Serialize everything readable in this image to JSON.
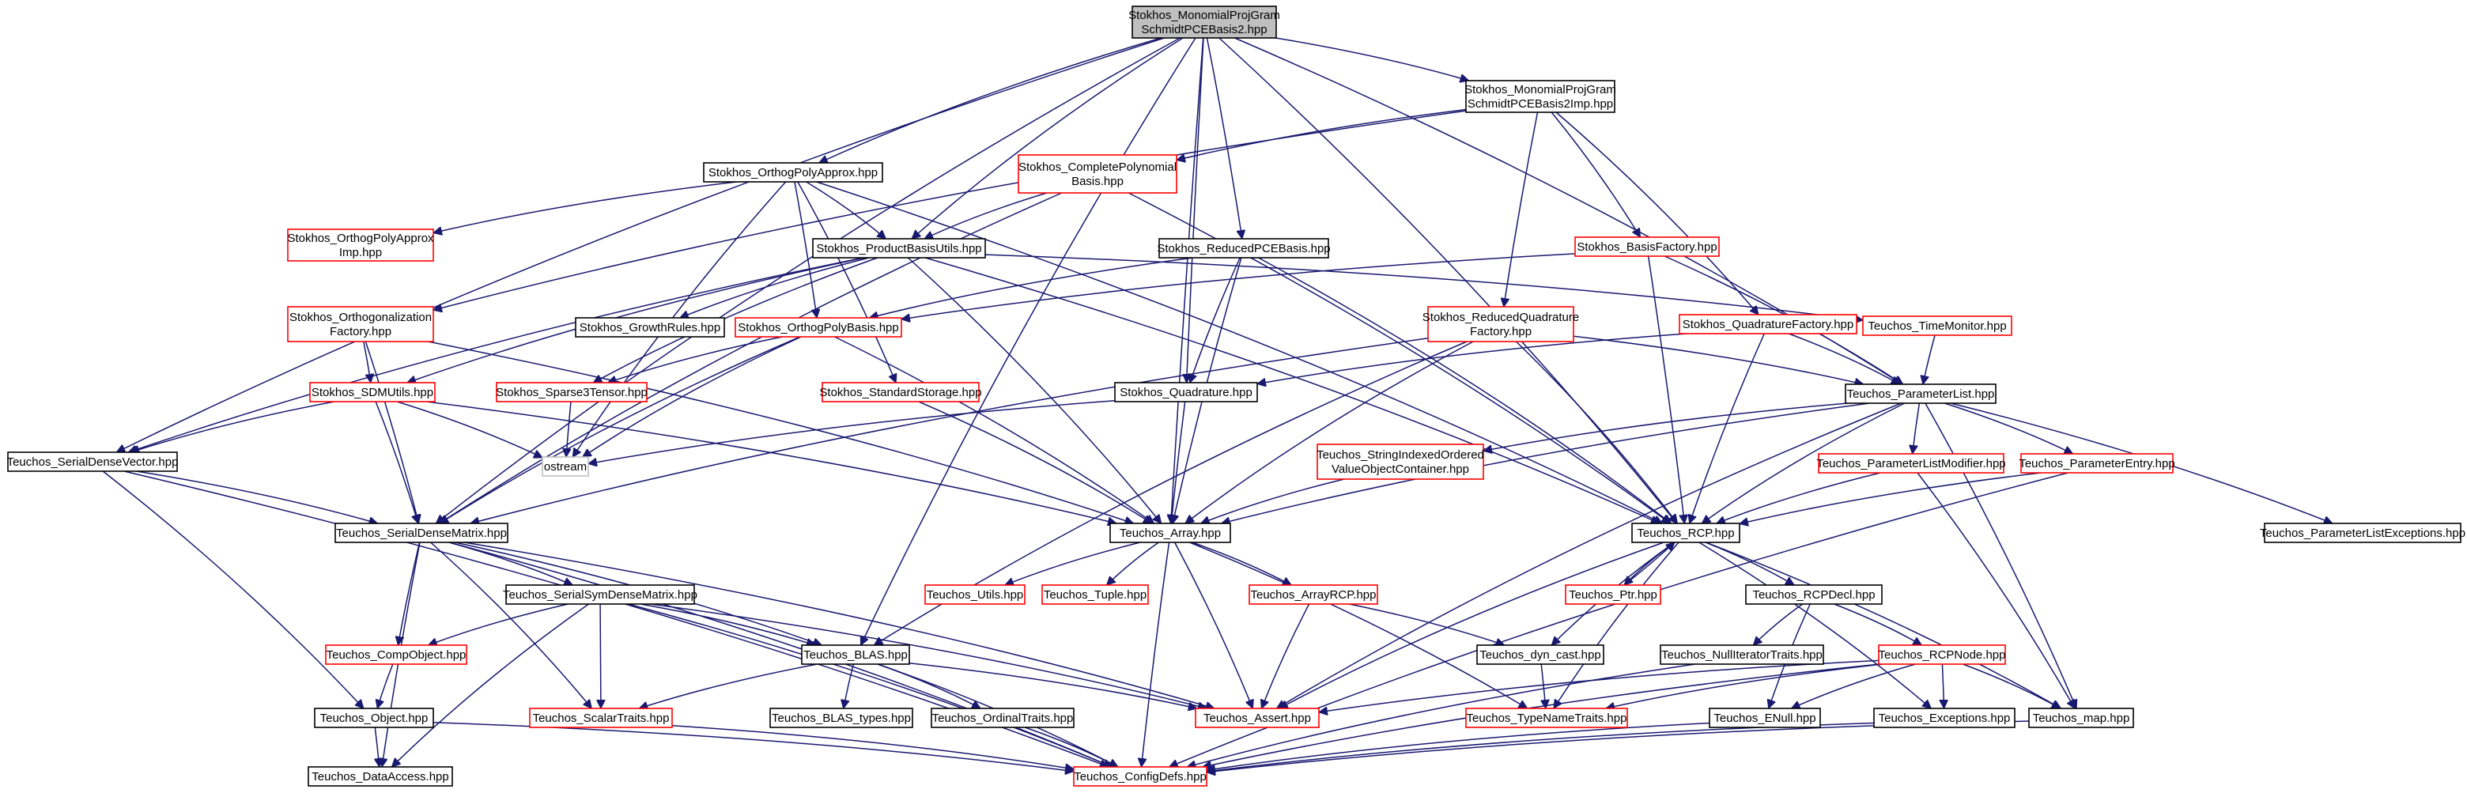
{
  "colors": {
    "edge": "#191970",
    "border_normal": "#000000",
    "border_truncated": "#ff0000",
    "border_system": "#bfbfbf",
    "fill_root": "#bfbfbf",
    "fill_normal": "#ffffff"
  },
  "nodes": [
    {
      "id": "root",
      "lines": [
        "Stokhos_MonomialProjGram",
        "SchmidtPCEBasis2.hpp"
      ],
      "kind": "root"
    },
    {
      "id": "imp",
      "lines": [
        "Stokhos_MonomialProjGram",
        "SchmidtPCEBasis2Imp.hpp"
      ],
      "kind": "normal"
    },
    {
      "id": "opa",
      "lines": [
        "Stokhos_OrthogPolyApprox.hpp"
      ],
      "kind": "normal"
    },
    {
      "id": "cpb",
      "lines": [
        "Stokhos_CompletePolynomial",
        "Basis.hpp"
      ],
      "kind": "truncated"
    },
    {
      "id": "opai",
      "lines": [
        "Stokhos_OrthogPolyApprox",
        "Imp.hpp"
      ],
      "kind": "truncated"
    },
    {
      "id": "pbu",
      "lines": [
        "Stokhos_ProductBasisUtils.hpp"
      ],
      "kind": "normal"
    },
    {
      "id": "rpb",
      "lines": [
        "Stokhos_ReducedPCEBasis.hpp"
      ],
      "kind": "normal"
    },
    {
      "id": "bf",
      "lines": [
        "Stokhos_BasisFactory.hpp"
      ],
      "kind": "truncated"
    },
    {
      "id": "of",
      "lines": [
        "Stokhos_Orthogonalization",
        "Factory.hpp"
      ],
      "kind": "truncated"
    },
    {
      "id": "gr",
      "lines": [
        "Stokhos_GrowthRules.hpp"
      ],
      "kind": "normal"
    },
    {
      "id": "opb",
      "lines": [
        "Stokhos_OrthogPolyBasis.hpp"
      ],
      "kind": "truncated"
    },
    {
      "id": "rqf",
      "lines": [
        "Stokhos_ReducedQuadrature",
        "Factory.hpp"
      ],
      "kind": "truncated"
    },
    {
      "id": "qf",
      "lines": [
        "Stokhos_QuadratureFactory.hpp"
      ],
      "kind": "truncated"
    },
    {
      "id": "tm",
      "lines": [
        "Teuchos_TimeMonitor.hpp"
      ],
      "kind": "truncated"
    },
    {
      "id": "sdm",
      "lines": [
        "Stokhos_SDMUtils.hpp"
      ],
      "kind": "truncated"
    },
    {
      "id": "s3t",
      "lines": [
        "Stokhos_Sparse3Tensor.hpp"
      ],
      "kind": "truncated"
    },
    {
      "id": "ss",
      "lines": [
        "Stokhos_StandardStorage.hpp"
      ],
      "kind": "truncated"
    },
    {
      "id": "quad",
      "lines": [
        "Stokhos_Quadrature.hpp"
      ],
      "kind": "normal"
    },
    {
      "id": "pl",
      "lines": [
        "Teuchos_ParameterList.hpp"
      ],
      "kind": "normal"
    },
    {
      "id": "ostream",
      "lines": [
        "ostream"
      ],
      "kind": "system"
    },
    {
      "id": "sdv",
      "lines": [
        "Teuchos_SerialDenseVector.hpp"
      ],
      "kind": "normal"
    },
    {
      "id": "sioc",
      "lines": [
        "Teuchos_StringIndexedOrdered",
        "ValueObjectContainer.hpp"
      ],
      "kind": "truncated"
    },
    {
      "id": "plm",
      "lines": [
        "Teuchos_ParameterListModifier.hpp"
      ],
      "kind": "truncated"
    },
    {
      "id": "pe",
      "lines": [
        "Teuchos_ParameterEntry.hpp"
      ],
      "kind": "truncated"
    },
    {
      "id": "sdmx",
      "lines": [
        "Teuchos_SerialDenseMatrix.hpp"
      ],
      "kind": "normal"
    },
    {
      "id": "arr",
      "lines": [
        "Teuchos_Array.hpp"
      ],
      "kind": "normal"
    },
    {
      "id": "rcp",
      "lines": [
        "Teuchos_RCP.hpp"
      ],
      "kind": "normal"
    },
    {
      "id": "ple",
      "lines": [
        "Teuchos_ParameterListExceptions.hpp"
      ],
      "kind": "normal"
    },
    {
      "id": "ssdm",
      "lines": [
        "Teuchos_SerialSymDenseMatrix.hpp"
      ],
      "kind": "normal"
    },
    {
      "id": "utils",
      "lines": [
        "Teuchos_Utils.hpp"
      ],
      "kind": "truncated"
    },
    {
      "id": "tuple",
      "lines": [
        "Teuchos_Tuple.hpp"
      ],
      "kind": "truncated"
    },
    {
      "id": "arcp",
      "lines": [
        "Teuchos_ArrayRCP.hpp"
      ],
      "kind": "truncated"
    },
    {
      "id": "ptr",
      "lines": [
        "Teuchos_Ptr.hpp"
      ],
      "kind": "truncated"
    },
    {
      "id": "rcpdecl",
      "lines": [
        "Teuchos_RCPDecl.hpp"
      ],
      "kind": "normal"
    },
    {
      "id": "co",
      "lines": [
        "Teuchos_CompObject.hpp"
      ],
      "kind": "truncated"
    },
    {
      "id": "blas",
      "lines": [
        "Teuchos_BLAS.hpp"
      ],
      "kind": "normal"
    },
    {
      "id": "dync",
      "lines": [
        "Teuchos_dyn_cast.hpp"
      ],
      "kind": "normal"
    },
    {
      "id": "nit",
      "lines": [
        "Teuchos_NullIteratorTraits.hpp"
      ],
      "kind": "normal"
    },
    {
      "id": "rcpn",
      "lines": [
        "Teuchos_RCPNode.hpp"
      ],
      "kind": "truncated"
    },
    {
      "id": "obj",
      "lines": [
        "Teuchos_Object.hpp"
      ],
      "kind": "normal"
    },
    {
      "id": "sct",
      "lines": [
        "Teuchos_ScalarTraits.hpp"
      ],
      "kind": "truncated"
    },
    {
      "id": "blast",
      "lines": [
        "Teuchos_BLAS_types.hpp"
      ],
      "kind": "normal"
    },
    {
      "id": "ot",
      "lines": [
        "Teuchos_OrdinalTraits.hpp"
      ],
      "kind": "normal"
    },
    {
      "id": "assert",
      "lines": [
        "Teuchos_Assert.hpp"
      ],
      "kind": "truncated"
    },
    {
      "id": "tnt",
      "lines": [
        "Teuchos_TypeNameTraits.hpp"
      ],
      "kind": "truncated"
    },
    {
      "id": "enull",
      "lines": [
        "Teuchos_ENull.hpp"
      ],
      "kind": "normal"
    },
    {
      "id": "exc",
      "lines": [
        "Teuchos_Exceptions.hpp"
      ],
      "kind": "normal"
    },
    {
      "id": "map",
      "lines": [
        "Teuchos_map.hpp"
      ],
      "kind": "normal"
    },
    {
      "id": "da",
      "lines": [
        "Teuchos_DataAccess.hpp"
      ],
      "kind": "normal"
    },
    {
      "id": "cd",
      "lines": [
        "Teuchos_ConfigDefs.hpp"
      ],
      "kind": "truncated"
    }
  ],
  "edges": [
    [
      "root",
      "imp"
    ],
    [
      "root",
      "opa"
    ],
    [
      "root",
      "pbu"
    ],
    [
      "root",
      "rpb"
    ],
    [
      "root",
      "quad"
    ],
    [
      "root",
      "pl"
    ],
    [
      "root",
      "sdv"
    ],
    [
      "root",
      "sdmx"
    ],
    [
      "root",
      "arr"
    ],
    [
      "root",
      "rcp"
    ],
    [
      "root",
      "blas"
    ],
    [
      "imp",
      "cpb"
    ],
    [
      "imp",
      "of"
    ],
    [
      "imp",
      "bf"
    ],
    [
      "imp",
      "rqf"
    ],
    [
      "imp",
      "qf"
    ],
    [
      "opa",
      "opai"
    ],
    [
      "opa",
      "pbu"
    ],
    [
      "opa",
      "opb"
    ],
    [
      "opa",
      "ss"
    ],
    [
      "opa",
      "ostream"
    ],
    [
      "opa",
      "rcp"
    ],
    [
      "cpb",
      "pbu"
    ],
    [
      "cpb",
      "sdmx"
    ],
    [
      "cpb",
      "rcp"
    ],
    [
      "pbu",
      "gr"
    ],
    [
      "pbu",
      "sdm"
    ],
    [
      "pbu",
      "s3t"
    ],
    [
      "pbu",
      "tm"
    ],
    [
      "pbu",
      "sdv"
    ],
    [
      "pbu",
      "arr"
    ],
    [
      "pbu",
      "rcp"
    ],
    [
      "rpb",
      "opb"
    ],
    [
      "rpb",
      "quad"
    ],
    [
      "rpb",
      "arr"
    ],
    [
      "rpb",
      "rcp"
    ],
    [
      "bf",
      "opb"
    ],
    [
      "bf",
      "pl"
    ],
    [
      "bf",
      "rcp"
    ],
    [
      "of",
      "sdm"
    ],
    [
      "of",
      "sdmx"
    ],
    [
      "of",
      "arr"
    ],
    [
      "opb",
      "s3t"
    ],
    [
      "opb",
      "ostream"
    ],
    [
      "opb",
      "sdmx"
    ],
    [
      "opb",
      "arr"
    ],
    [
      "rqf",
      "pl"
    ],
    [
      "rqf",
      "rcp"
    ],
    [
      "rqf",
      "arr"
    ],
    [
      "rqf",
      "blas"
    ],
    [
      "rqf",
      "sdmx"
    ],
    [
      "qf",
      "quad"
    ],
    [
      "qf",
      "pl"
    ],
    [
      "qf",
      "rcp"
    ],
    [
      "tm",
      "pl"
    ],
    [
      "sdm",
      "ostream"
    ],
    [
      "sdm",
      "sdv"
    ],
    [
      "sdm",
      "sdmx"
    ],
    [
      "sdm",
      "arr"
    ],
    [
      "s3t",
      "ostream"
    ],
    [
      "ss",
      "arr"
    ],
    [
      "quad",
      "ostream"
    ],
    [
      "quad",
      "arr"
    ],
    [
      "pl",
      "sioc"
    ],
    [
      "pl",
      "plm"
    ],
    [
      "pl",
      "pe"
    ],
    [
      "pl",
      "ple"
    ],
    [
      "pl",
      "arr"
    ],
    [
      "pl",
      "rcp"
    ],
    [
      "pl",
      "assert"
    ],
    [
      "pl",
      "map"
    ],
    [
      "sdv",
      "sdmx"
    ],
    [
      "sdv",
      "obj"
    ],
    [
      "sdv",
      "cd"
    ],
    [
      "sioc",
      "arr"
    ],
    [
      "plm",
      "rcp"
    ],
    [
      "plm",
      "map"
    ],
    [
      "pe",
      "rcp"
    ],
    [
      "pe",
      "cd"
    ],
    [
      "sdmx",
      "ssdm"
    ],
    [
      "sdmx",
      "co"
    ],
    [
      "sdmx",
      "blas"
    ],
    [
      "sdmx",
      "sct"
    ],
    [
      "sdmx",
      "assert"
    ],
    [
      "sdmx",
      "da"
    ],
    [
      "sdmx",
      "cd"
    ],
    [
      "arr",
      "utils"
    ],
    [
      "arr",
      "tuple"
    ],
    [
      "arr",
      "arcp"
    ],
    [
      "arr",
      "assert"
    ],
    [
      "arr",
      "tnt"
    ],
    [
      "arr",
      "cd"
    ],
    [
      "rcp",
      "ptr"
    ],
    [
      "rcp",
      "rcpdecl"
    ],
    [
      "rcp",
      "dync"
    ],
    [
      "rcp",
      "assert"
    ],
    [
      "rcp",
      "tnt"
    ],
    [
      "rcp",
      "exc"
    ],
    [
      "rcp",
      "map"
    ],
    [
      "ssdm",
      "co"
    ],
    [
      "ssdm",
      "blas"
    ],
    [
      "ssdm",
      "sct"
    ],
    [
      "ssdm",
      "assert"
    ],
    [
      "ssdm",
      "da"
    ],
    [
      "ssdm",
      "cd"
    ],
    [
      "arcp",
      "dync"
    ],
    [
      "arcp",
      "assert"
    ],
    [
      "ptr",
      "rcp"
    ],
    [
      "rcpdecl",
      "nit"
    ],
    [
      "rcpdecl",
      "rcpn"
    ],
    [
      "rcpdecl",
      "enull"
    ],
    [
      "co",
      "obj"
    ],
    [
      "blas",
      "blast"
    ],
    [
      "blas",
      "ot"
    ],
    [
      "blas",
      "sct"
    ],
    [
      "blas",
      "assert"
    ],
    [
      "blas",
      "cd"
    ],
    [
      "dync",
      "tnt"
    ],
    [
      "nit",
      "cd"
    ],
    [
      "rcpn",
      "assert"
    ],
    [
      "rcpn",
      "tnt"
    ],
    [
      "rcpn",
      "enull"
    ],
    [
      "rcpn",
      "exc"
    ],
    [
      "rcpn",
      "map"
    ],
    [
      "rcpn",
      "cd"
    ],
    [
      "obj",
      "da"
    ],
    [
      "obj",
      "cd"
    ],
    [
      "sct",
      "cd"
    ],
    [
      "ot",
      "cd"
    ],
    [
      "enull",
      "cd"
    ],
    [
      "exc",
      "cd"
    ],
    [
      "map",
      "cd"
    ]
  ]
}
